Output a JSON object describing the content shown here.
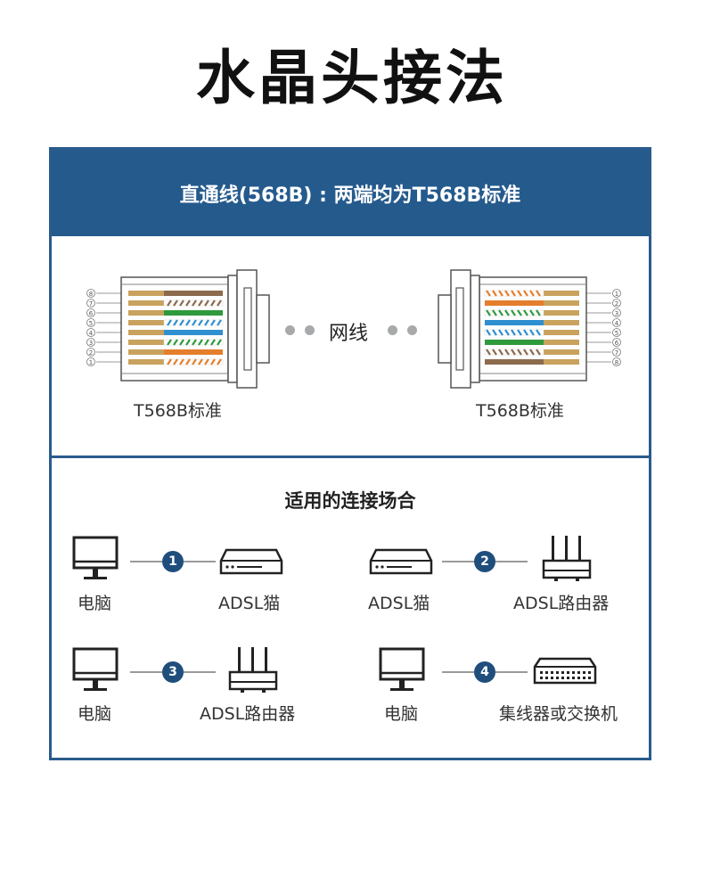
{
  "title": "水晶头接法",
  "banner": "直通线(568B) : 两端均为T568B标准",
  "left_label": "T568B标准",
  "right_label": "T568B标准",
  "cable_label": "网线",
  "pin_numbers_left": [
    "8",
    "7",
    "6",
    "5",
    "4",
    "3",
    "2",
    "1"
  ],
  "pin_numbers_right": [
    "1",
    "2",
    "3",
    "4",
    "5",
    "6",
    "7",
    "8"
  ],
  "scenes_title": "适用的连接场合",
  "connections": [
    {
      "num": "1",
      "left": "电脑",
      "right": "ADSL猫"
    },
    {
      "num": "2",
      "left": "ADSL猫",
      "right": "ADSL路由器"
    },
    {
      "num": "3",
      "left": "电脑",
      "right": "ADSL路由器"
    },
    {
      "num": "4",
      "left": "电脑",
      "right": "集线器或交换机"
    }
  ],
  "colors": {
    "accent": "#255a8d",
    "orange": "#e57e2c",
    "green": "#2f9a3d",
    "blue": "#2f8fd0",
    "brown": "#8b6a4d",
    "metal": "#c9a25e"
  }
}
